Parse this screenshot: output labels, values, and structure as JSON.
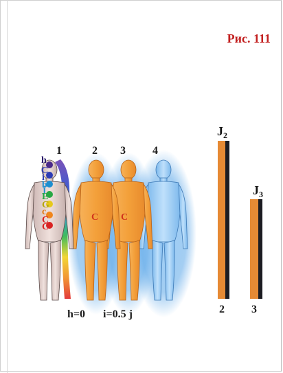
{
  "figure": {
    "label": "Рис. 111",
    "figure_numbers": [
      "1",
      "2",
      "3",
      "4"
    ],
    "caption_left": "h=0",
    "caption_right": "i=0.5 j",
    "chakra_letters": [
      "h",
      "C",
      "i",
      "b",
      "j",
      "E",
      "G",
      "c",
      "C",
      "C"
    ],
    "body_center_letters": [
      "C",
      "C"
    ]
  },
  "bars": {
    "bar2": {
      "label_main": "J",
      "label_sub": "2",
      "number": "2"
    },
    "bar3": {
      "label_main": "J",
      "label_sub": "3",
      "number": "3"
    },
    "colors": {
      "orange": "#e68a34",
      "dark": "#1c1c22"
    }
  },
  "colors": {
    "label_red": "#c21f1f",
    "aura_blue": "#5aa6e8",
    "body_gold": "#f0a040",
    "body_skin": "#e8d6d2"
  }
}
